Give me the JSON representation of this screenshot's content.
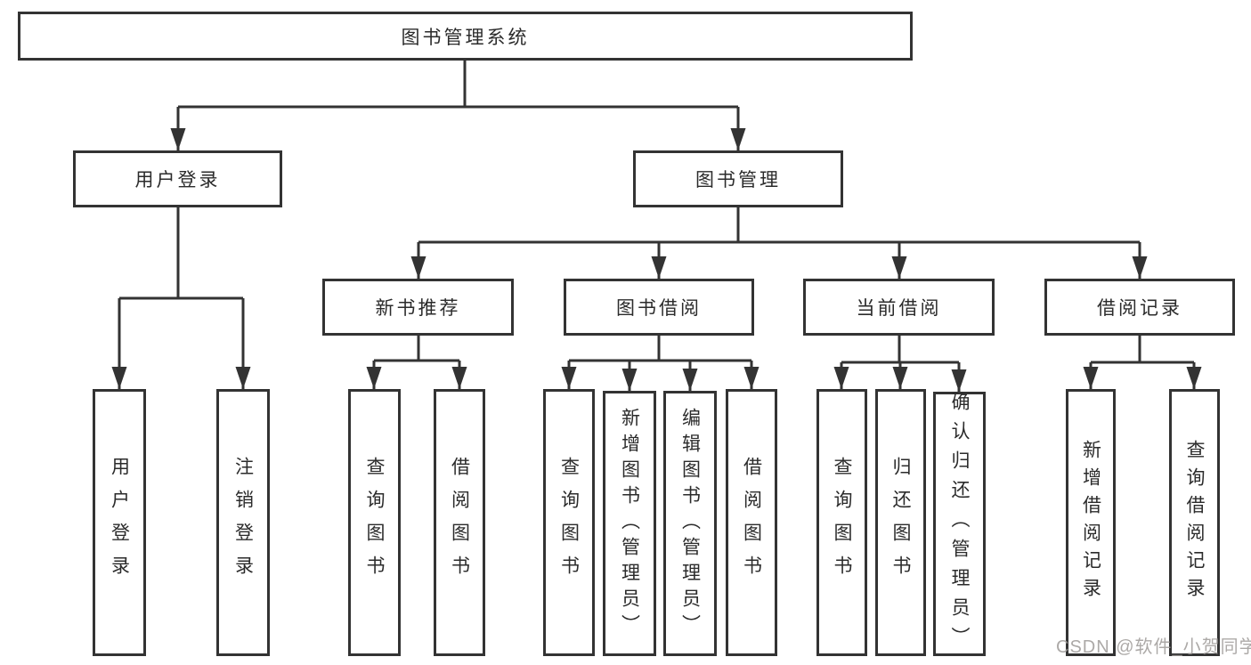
{
  "watermark": "CSDN @软件_小贺同学",
  "colors": {
    "line": "#333333",
    "text": "#2b2b2b",
    "watermark": "#9d9a98",
    "background": "#ffffff"
  },
  "root": {
    "label": "图书管理系统"
  },
  "login_branch": {
    "label": "用户登录",
    "children": [
      {
        "label": "用户登录"
      },
      {
        "label": "注销登录"
      }
    ]
  },
  "management_branch": {
    "label": "图书管理",
    "groups": [
      {
        "label": "新书推荐",
        "children": [
          {
            "label": "查询图书"
          },
          {
            "label": "借阅图书"
          }
        ]
      },
      {
        "label": "图书借阅",
        "children": [
          {
            "label": "查询图书"
          },
          {
            "label": "新增图书（管理员）"
          },
          {
            "label": "编辑图书（管理员）"
          },
          {
            "label": "借阅图书"
          }
        ]
      },
      {
        "label": "当前借阅",
        "children": [
          {
            "label": "查询图书"
          },
          {
            "label": "归还图书"
          },
          {
            "label": "确认归还（管理员）"
          }
        ]
      },
      {
        "label": "借阅记录",
        "children": [
          {
            "label": "新增借阅记录"
          },
          {
            "label": "查询借阅记录"
          }
        ]
      }
    ]
  }
}
